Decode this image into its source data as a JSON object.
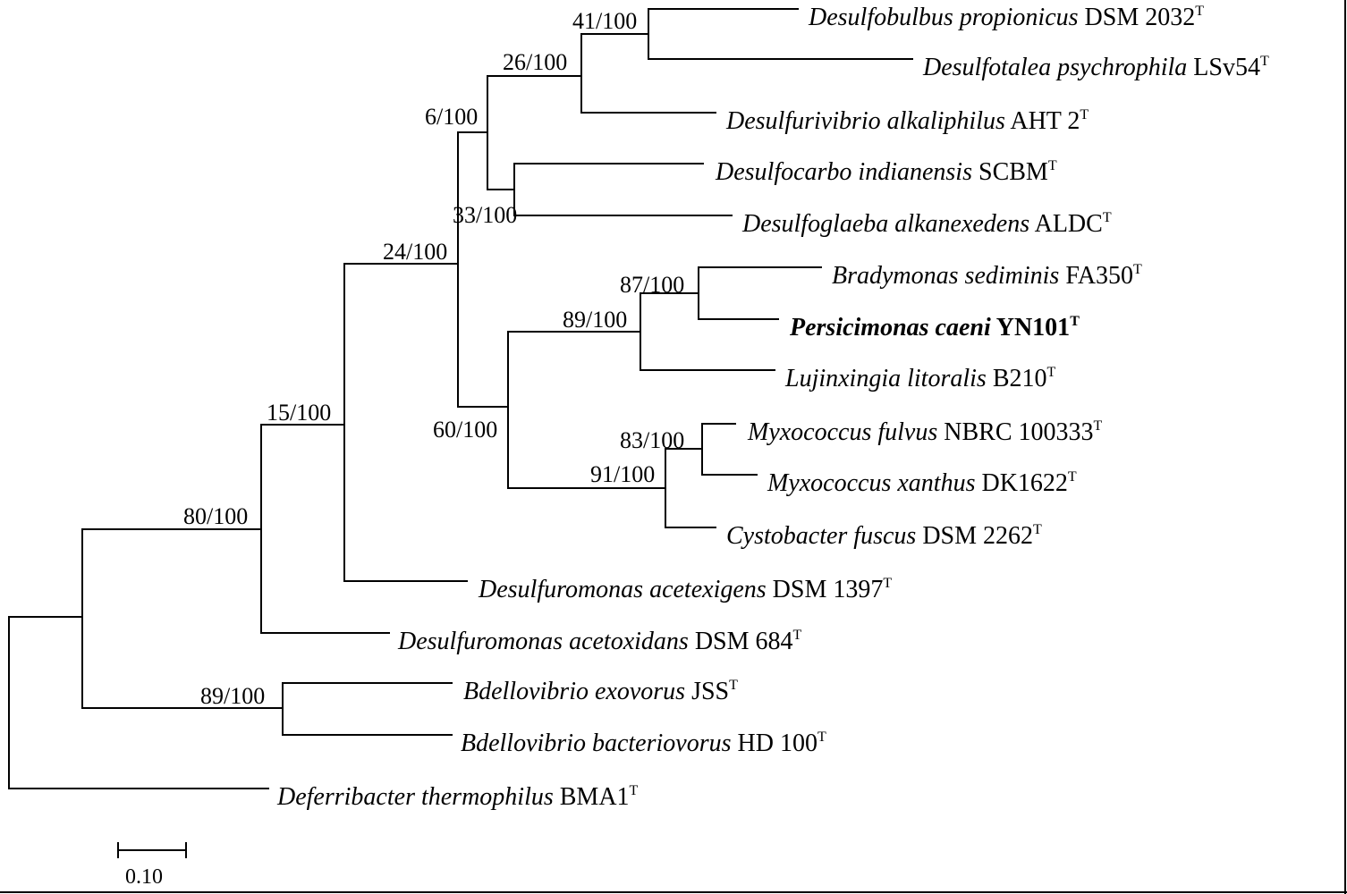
{
  "tree": {
    "taxa": [
      {
        "name": "Desulfobulbus propionicus",
        "strain": "DSM 2032",
        "sup": "T"
      },
      {
        "name": "Desulfotalea psychrophila",
        "strain": "LSv54",
        "sup": "T"
      },
      {
        "name": "Desulfurivibrio alkaliphilus",
        "strain": "AHT 2",
        "sup": "T"
      },
      {
        "name": "Desulfocarbo indianensis",
        "strain": "SCBM",
        "sup": "T"
      },
      {
        "name": "Desulfoglaeba alkanexedens",
        "strain": "ALDC",
        "sup": "T"
      },
      {
        "name": "Bradymonas sediminis",
        "strain": "FA350",
        "sup": "T"
      },
      {
        "name": "Persicimonas caeni",
        "strain": "YN101",
        "sup": "T",
        "bold": true
      },
      {
        "name": "Lujinxingia litoralis",
        "strain": "B210",
        "sup": "T"
      },
      {
        "name": "Myxococcus fulvus",
        "strain": "NBRC 100333",
        "sup": "T"
      },
      {
        "name": "Myxococcus xanthus",
        "strain": "DK1622",
        "sup": "T"
      },
      {
        "name": "Cystobacter fuscus",
        "strain": "DSM 2262",
        "sup": "T"
      },
      {
        "name": "Desulfuromonas acetexigens",
        "strain": "DSM 1397",
        "sup": "T"
      },
      {
        "name": "Desulfuromonas acetoxidans",
        "strain": "DSM 684",
        "sup": "T"
      },
      {
        "name": "Bdellovibrio exovorus",
        "strain": "JSS",
        "sup": "T"
      },
      {
        "name": "Bdellovibrio bacteriovorus",
        "strain": "HD 100",
        "sup": "T"
      },
      {
        "name": "Deferribacter thermophilus",
        "strain": "BMA1",
        "sup": "T"
      }
    ],
    "support_values": [
      "41/100",
      "26/100",
      "6/100",
      "33/100",
      "24/100",
      "87/100",
      "89/100",
      "60/100",
      "83/100",
      "91/100",
      "15/100",
      "80/100",
      "89/100"
    ],
    "scale_bar": {
      "label": "0.10"
    }
  }
}
